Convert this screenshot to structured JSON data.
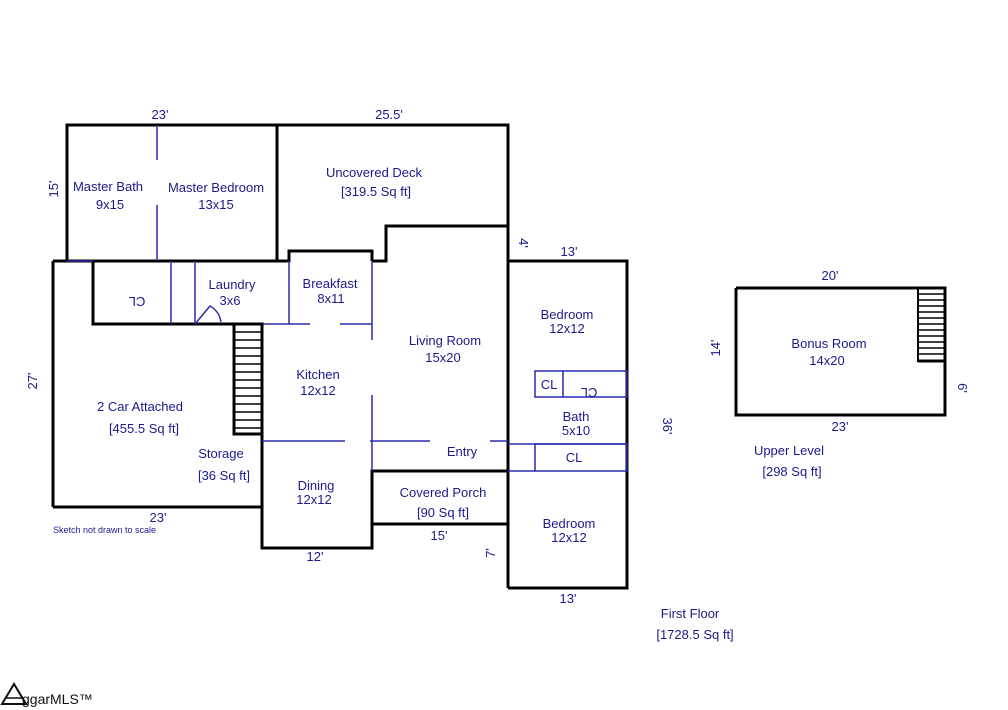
{
  "rooms": {
    "master_bath": {
      "name": "Master Bath",
      "size": "9x15"
    },
    "master_bedroom": {
      "name": "Master Bedroom",
      "size": "13x15"
    },
    "deck": {
      "name": "Uncovered Deck",
      "area": "[319.5 Sq ft]"
    },
    "laundry": {
      "name": "Laundry",
      "size": "3x6"
    },
    "breakfast": {
      "name": "Breakfast",
      "size": "8x11"
    },
    "closet_garage": "CL",
    "garage": {
      "name": "2 Car Attached",
      "area": "[455.5 Sq ft]"
    },
    "storage": {
      "name": "Storage",
      "area": "[36 Sq ft]"
    },
    "kitchen": {
      "name": "Kitchen",
      "size": "12x12"
    },
    "living": {
      "name": "Living Room",
      "size": "15x20"
    },
    "entry": "Entry",
    "dining": {
      "name": "Dining",
      "size": "12x12"
    },
    "porch": {
      "name": "Covered Porch",
      "area": "[90 Sq ft]"
    },
    "bedroom1": {
      "name": "Bedroom",
      "size": "12x12"
    },
    "bath": {
      "name": "Bath",
      "size": "5x10"
    },
    "closet1": "CL",
    "closet2": "CL",
    "closet3": "CL",
    "bedroom2": {
      "name": "Bedroom",
      "size": "12x12"
    },
    "bonus": {
      "name": "Bonus Room",
      "size": "14x20"
    }
  },
  "dimensions": {
    "top_left": "23'",
    "top_right": "25.5'",
    "left_upper": "15'",
    "left_lower": "27'",
    "garage_bottom": "23'",
    "dining_bottom": "12'",
    "porch_bottom": "15'",
    "deck_step": "4'",
    "bedrooms_top": "13'",
    "bedrooms_bottom": "13'",
    "bedrooms_right": "36'",
    "porch_side": "7'",
    "bonus_top": "20'",
    "bonus_left": "14'",
    "bonus_right": "6'",
    "bonus_bottom": "23'"
  },
  "upper_level": {
    "title": "Upper Level",
    "area": "[298 Sq ft]"
  },
  "first_floor": {
    "title": "First Floor",
    "area": "[1728.5 Sq ft]"
  },
  "note": "Sketch not drawn to scale",
  "logo": "ggarMLS™"
}
